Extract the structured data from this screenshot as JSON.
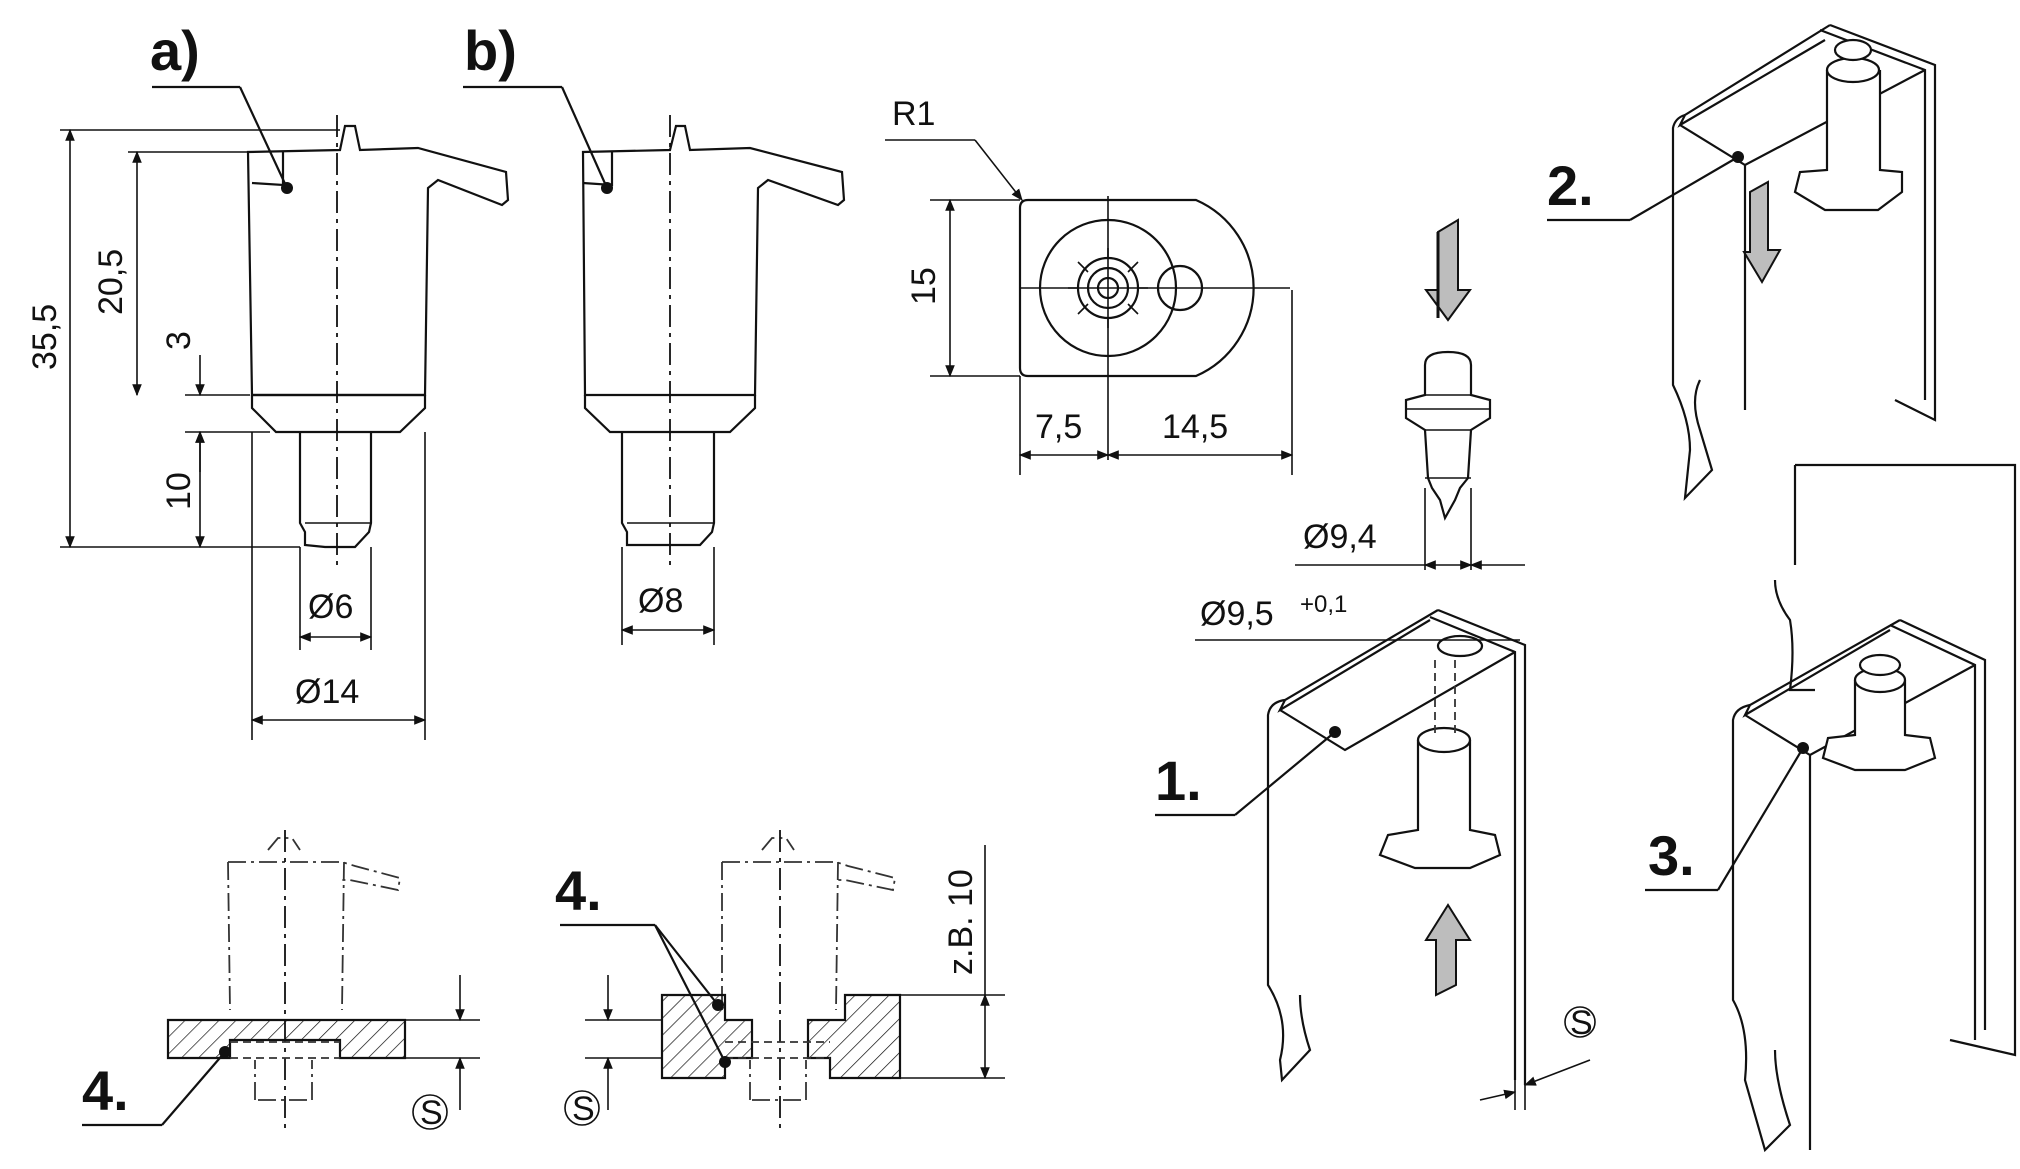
{
  "labels": {
    "variant_a": "a)",
    "variant_b": "b)",
    "step_1": "1.",
    "step_2": "2.",
    "step_3": "3.",
    "step_4_left": "4.",
    "step_4_right": "4."
  },
  "dimensions": {
    "overall_height": "35,5",
    "body_height": "20,5",
    "collar_height": "3",
    "pin_length": "10",
    "pin_dia_a": "Ø6",
    "pin_dia_b": "Ø8",
    "body_dia": "Ø14",
    "corner_radius": "R1",
    "plate_height": "15",
    "plate_left": "7,5",
    "plate_right": "14,5",
    "bolt_dia": "Ø9,4",
    "hole_dia": "Ø9,5",
    "hole_tol": "+0,1",
    "example_thickness": "z.B. 10",
    "sheet_symbol": "S"
  },
  "colors": {
    "ink": "#111111",
    "arrow_fill": "#bdbdbd",
    "background": "#ffffff"
  }
}
